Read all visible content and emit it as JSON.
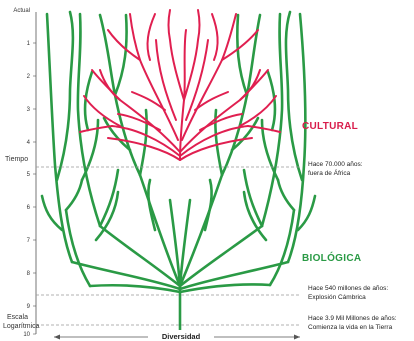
{
  "scale": {
    "top_label": "Actual",
    "ticks": [
      "1",
      "2",
      "3",
      "4",
      "5",
      "6",
      "7",
      "8",
      "9",
      "10"
    ],
    "side_label": "Tiempo",
    "bottom_label_line1": "Escala",
    "bottom_label_line2": "Logarítmica"
  },
  "x_axis": {
    "label": "Diversidad"
  },
  "regions": {
    "cultural": "CULTURAL",
    "biological": "BIOLÓGICA"
  },
  "annotations": [
    {
      "line1": "Hace 70.000 años:",
      "line2": "fuera de África"
    },
    {
      "line1": "Hace 540 millones de años:",
      "line2": "Explosión Cámbrica"
    },
    {
      "line1": "Hace 3.9 Mil Millones de años:",
      "line2": "Comienza la vida en la Tierra"
    }
  ],
  "colors": {
    "biological": "#2a9a45",
    "cultural": "#e01f50",
    "dashed": "#999999"
  }
}
